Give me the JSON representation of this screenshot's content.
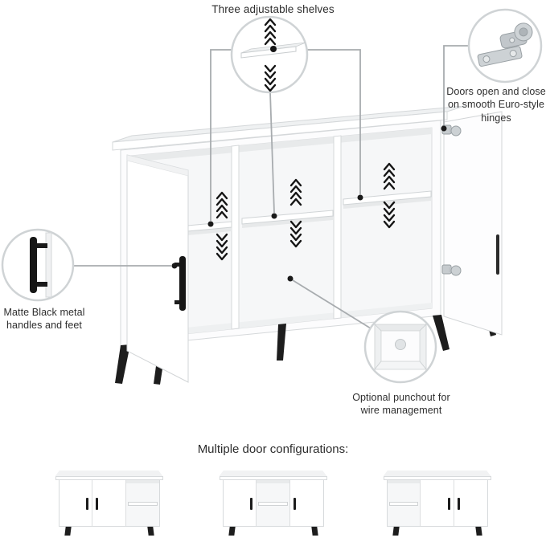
{
  "annotations": {
    "shelves": {
      "label": "Three adjustable shelves"
    },
    "hinges": {
      "label": "Doors open and close on smooth Euro-style hinges"
    },
    "handles": {
      "label": "Matte Black metal handles and feet"
    },
    "punchout": {
      "label": "Optional punchout for wire management"
    }
  },
  "configurations": {
    "heading": "Multiple door configurations:",
    "variants": [
      {
        "name": "two-doors-left-open-right",
        "cells": [
          "door-r",
          "door-l",
          "open"
        ]
      },
      {
        "name": "doors-sides-open-center",
        "cells": [
          "door-r",
          "open",
          "door-l"
        ]
      },
      {
        "name": "open-left-two-doors-right",
        "cells": [
          "open",
          "door-r",
          "door-l"
        ]
      }
    ]
  },
  "icons": {
    "shelf_callout": "adjustable-shelf-icon",
    "hinge_callout": "euro-hinge-icon",
    "handle_callout": "metal-handle-icon",
    "punchout_callout": "wire-punchout-icon"
  },
  "colors": {
    "background": "#ffffff",
    "leader_line": "#a8acaf",
    "cabinet_outline": "#d5d8da",
    "accent_black": "#1a1a1a",
    "text": "#2e2e2e",
    "callout_ring": "#cfd3d5"
  }
}
